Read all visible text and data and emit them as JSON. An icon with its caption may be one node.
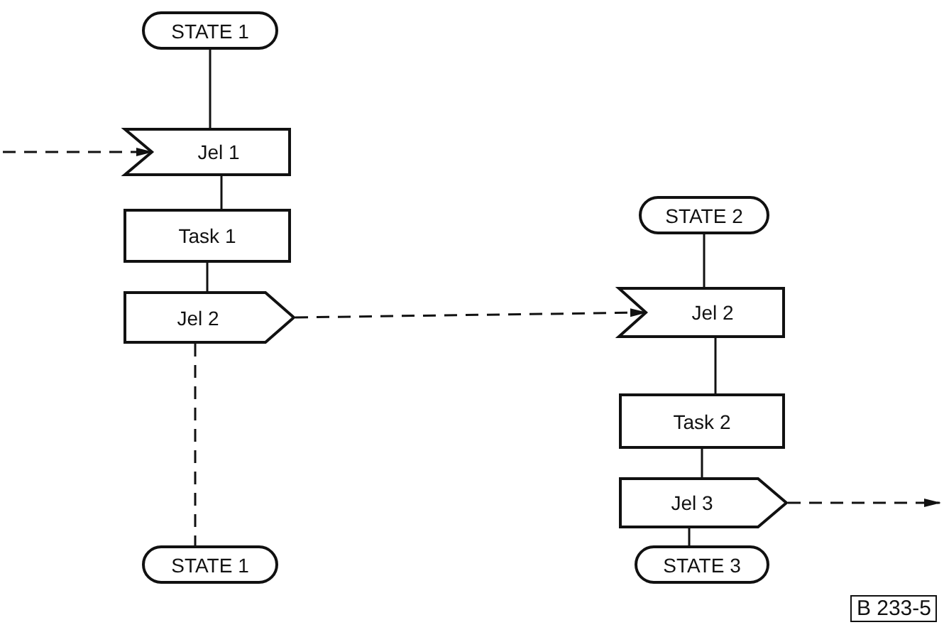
{
  "diagram": {
    "nodes": [
      {
        "text": [
          "STATE 1"
        ]
      },
      {
        "text": [
          "Jel 1"
        ]
      },
      {
        "text": [
          "Task 1"
        ]
      },
      {
        "text": [
          "Jel 2"
        ]
      },
      {
        "text": [
          "STATE 1"
        ]
      },
      {
        "text": [
          "STATE 2"
        ]
      },
      {
        "text": [
          "Jel 2"
        ]
      },
      {
        "text": [
          "Task 2"
        ]
      },
      {
        "text": [
          "Jel 3"
        ]
      },
      {
        "text": [
          "STATE 3"
        ]
      }
    ],
    "edges": [
      {
        "from": 0,
        "to": 1,
        "arrow": "none"
      },
      {
        "from": 1,
        "to": 2,
        "arrow": "none"
      },
      {
        "from": 2,
        "to": 3,
        "arrow": "none"
      },
      {
        "from": 3,
        "to": 4,
        "arrow": "none",
        "style": "dashed"
      },
      {
        "from": null,
        "to": 1,
        "arrow": "to",
        "style": "dashed"
      },
      {
        "from": 3,
        "to": 6,
        "arrow": "to",
        "style": "dashed"
      },
      {
        "from": 5,
        "to": 6,
        "arrow": "none"
      },
      {
        "from": 6,
        "to": 7,
        "arrow": "none"
      },
      {
        "from": 7,
        "to": 8,
        "arrow": "none"
      },
      {
        "from": 8,
        "to": 9,
        "arrow": "none"
      },
      {
        "from": 8,
        "to": null,
        "arrow": "to",
        "style": "dashed"
      }
    ],
    "labels": [
      "B 233-5"
    ]
  }
}
